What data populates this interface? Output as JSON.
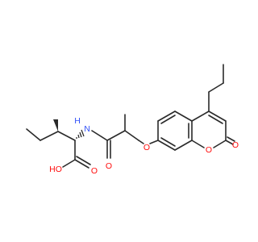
{
  "colors": {
    "background": "#ffffff",
    "bond": "#2a2a2a",
    "oxygen": "#ff0d0d",
    "nitrogen": "#3050f8"
  },
  "labels": {
    "nh": "N",
    "nh_h": "H",
    "amide_o": "O",
    "ether_o": "O",
    "acid_oh": "HO",
    "acid_o": "O",
    "ring_o": "O",
    "lactone_o": "O"
  }
}
